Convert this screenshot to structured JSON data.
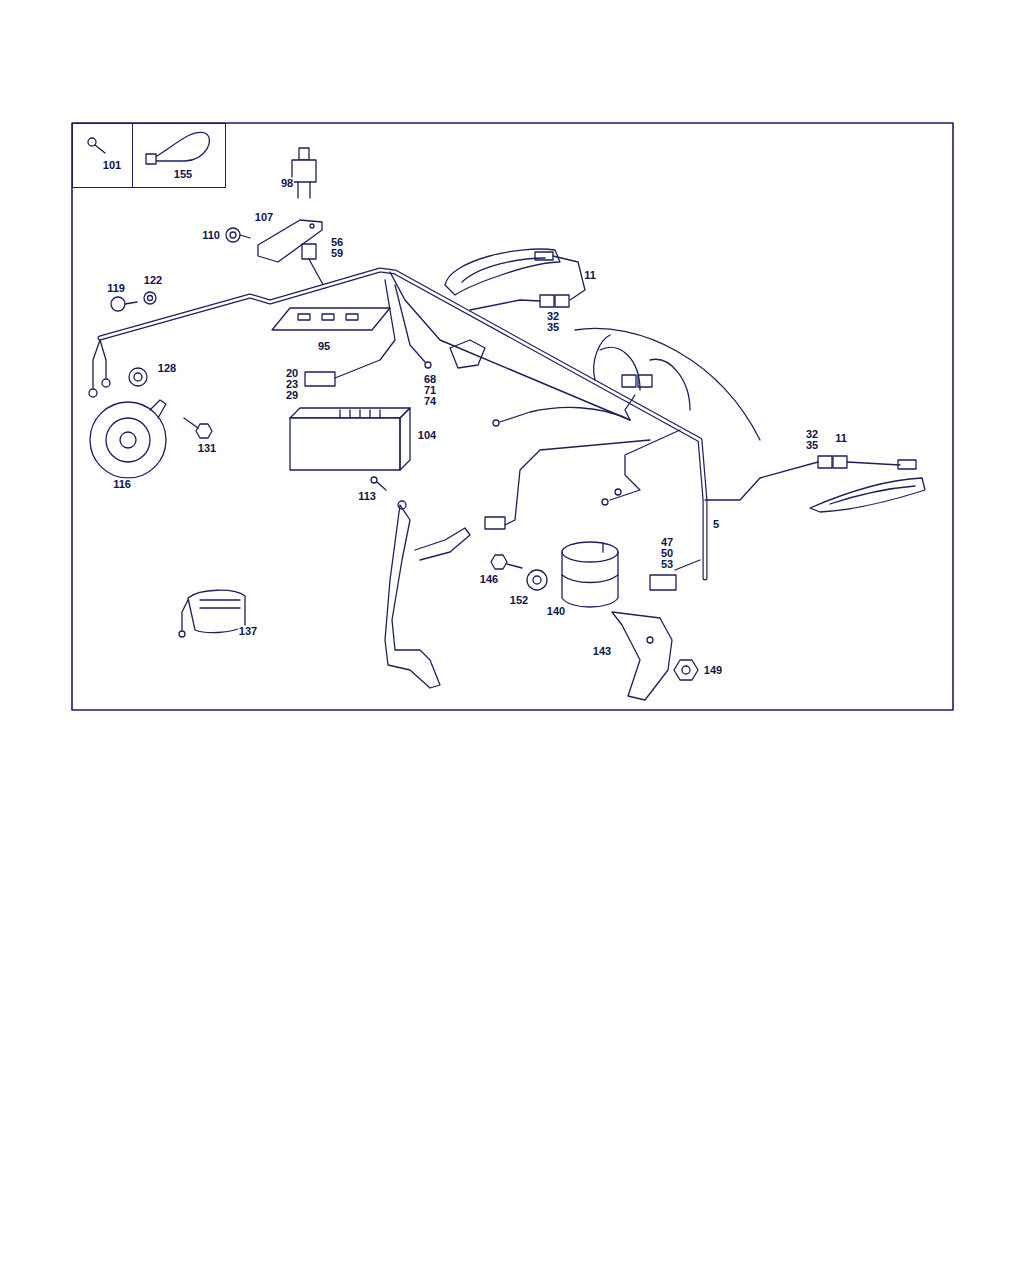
{
  "diagram": {
    "nodes": [
      {
        "text": [
          "101"
        ]
      },
      {
        "text": [
          "155"
        ]
      }
    ],
    "labels": [
      "98",
      "107",
      "110",
      "56",
      "59",
      "11",
      "122",
      "119",
      "32",
      "35",
      "95",
      "128",
      "20",
      "68",
      "23",
      "71",
      "29",
      "74",
      "32",
      "104",
      "11",
      "35",
      "131",
      "116",
      "113",
      "5",
      "47",
      "50",
      "53",
      "146",
      "152",
      "140",
      "137",
      "143",
      "149"
    ]
  }
}
